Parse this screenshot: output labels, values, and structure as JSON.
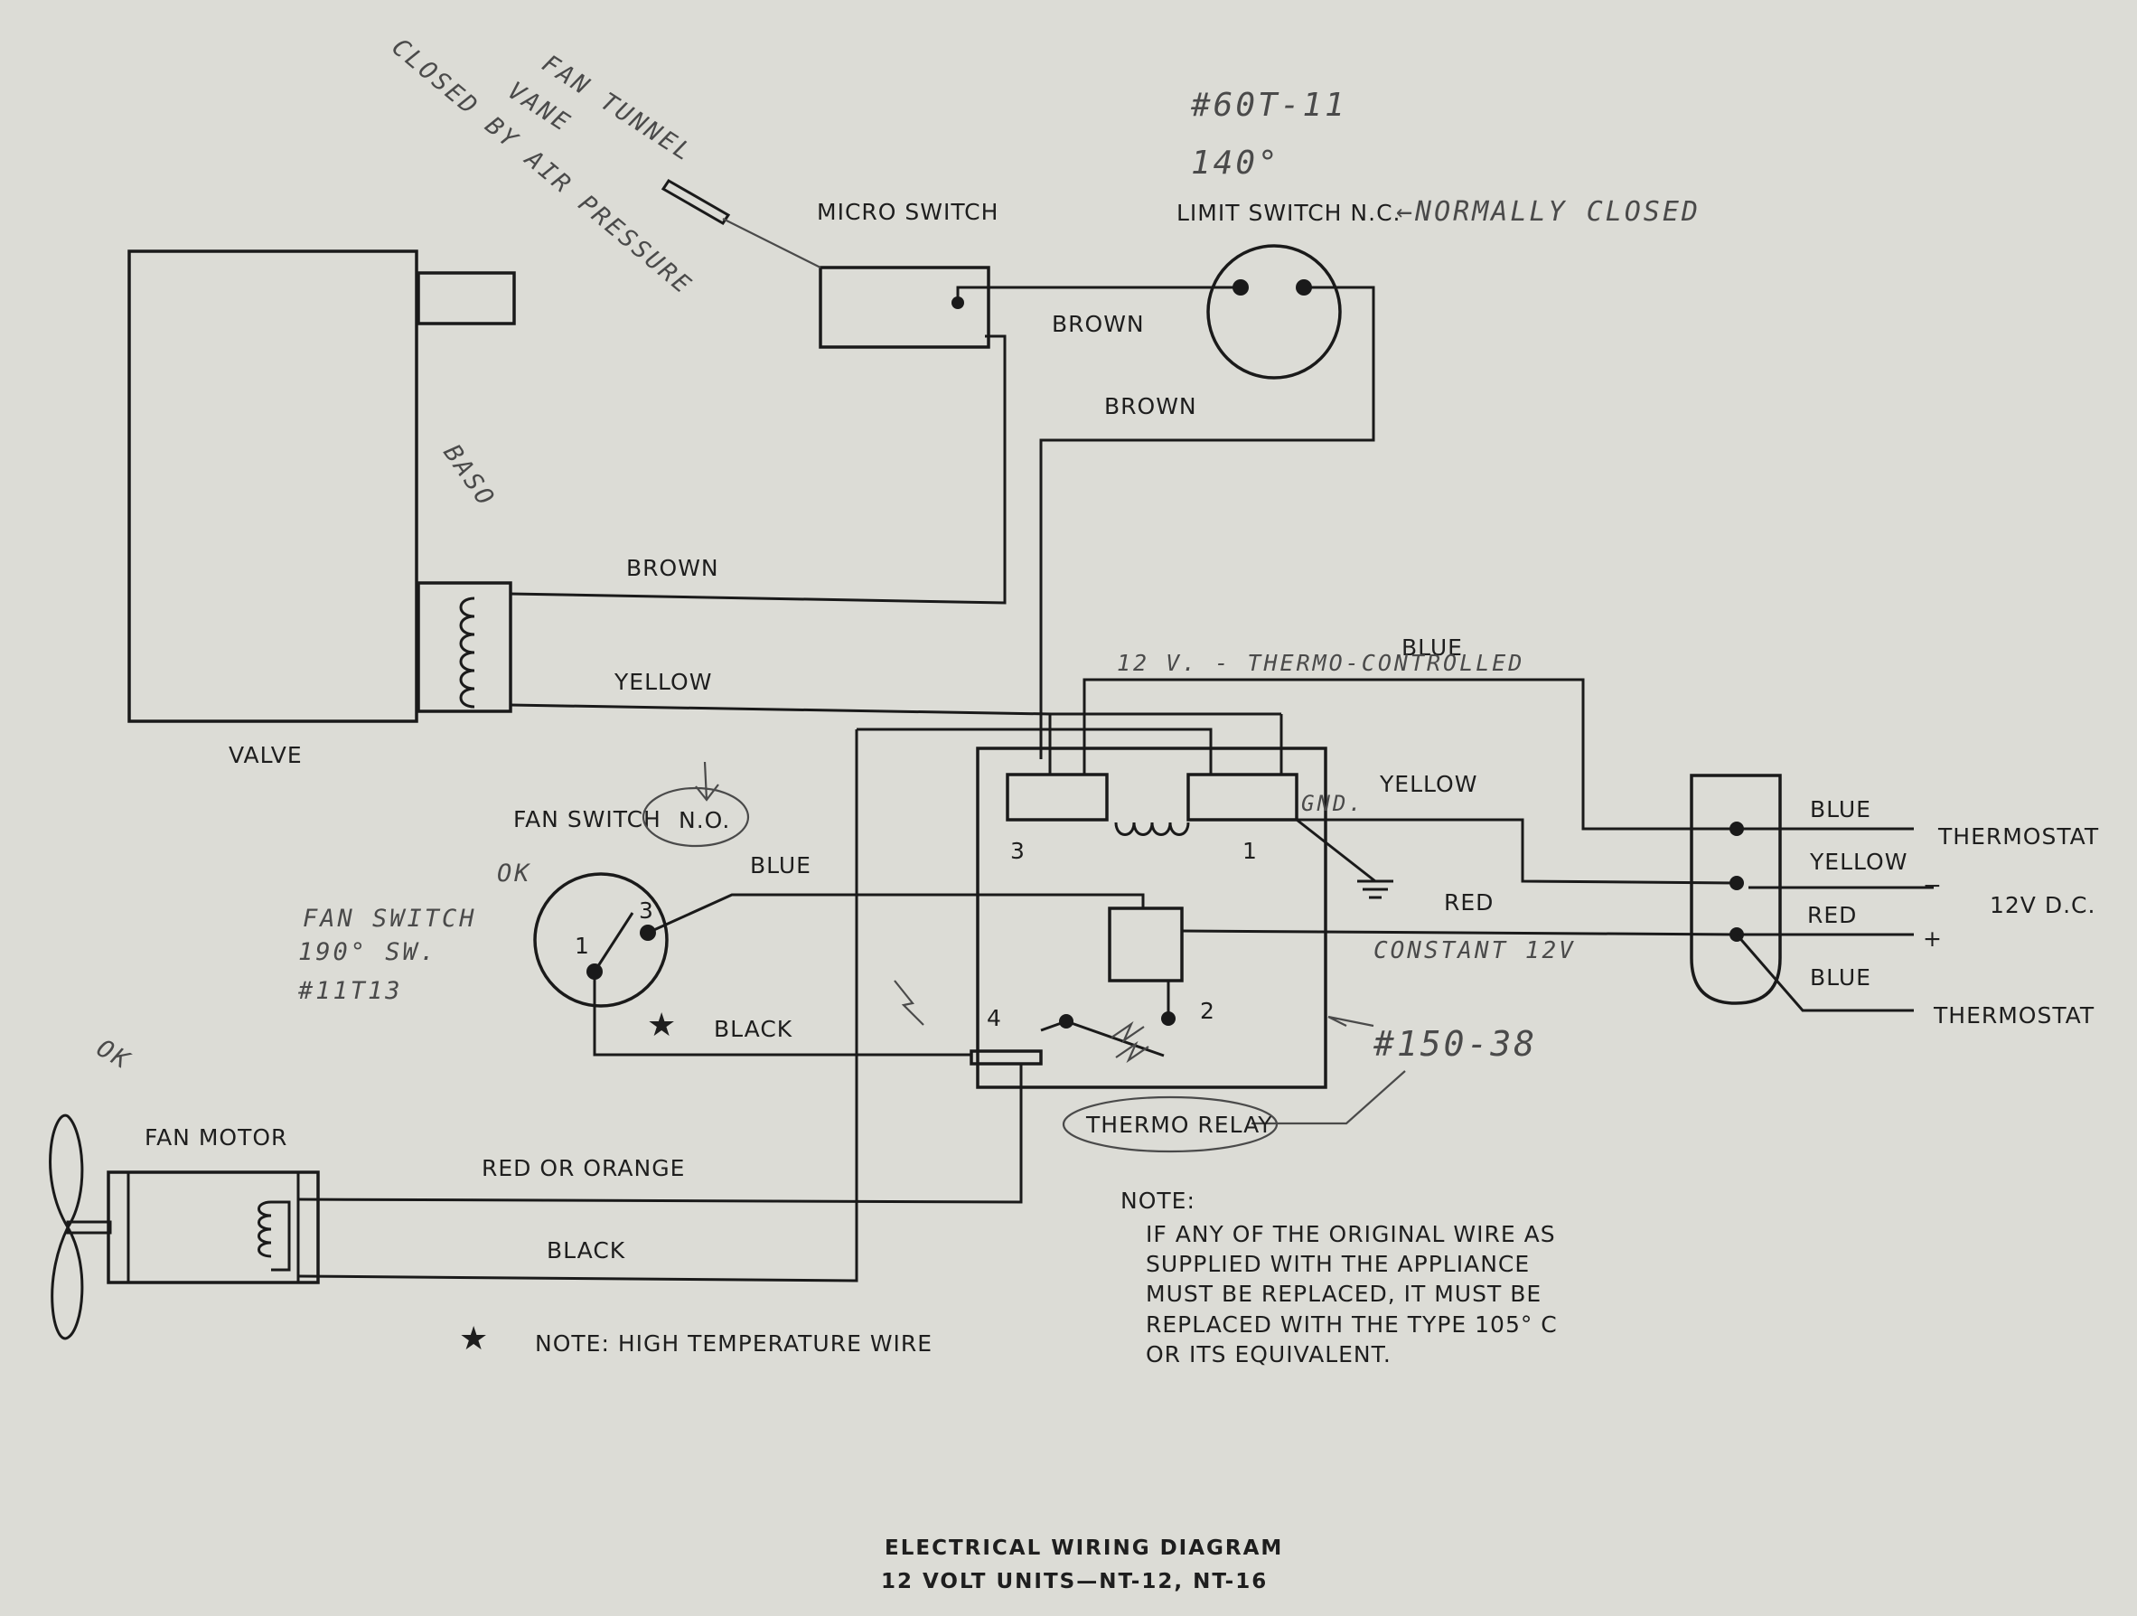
{
  "components": {
    "micro_switch": "MICRO SWITCH",
    "limit_switch": "LIMIT SWITCH N.C.",
    "valve": "VALVE",
    "fan_switch": "FAN SWITCH",
    "fan_switch_no": "N.O.",
    "fan_motor": "FAN MOTOR",
    "thermo_relay": "THERMO RELAY",
    "thermostat_top": "THERMOSTAT",
    "thermostat_bottom": "THERMOSTAT",
    "supply": "12V D.C.",
    "minus": "−",
    "plus": "+"
  },
  "wires": {
    "brown_1": "BROWN",
    "brown_2": "BROWN",
    "brown_3": "BROWN",
    "yellow_valve": "YELLOW",
    "yellow_relay": "YELLOW",
    "blue_relay": "BLUE",
    "blue_fan": "BLUE",
    "red": "RED",
    "black_fan": "BLACK",
    "red_or_orange": "RED OR ORANGE",
    "black_motor": "BLACK",
    "term_blue_1": "BLUE",
    "term_yellow": "YELLOW",
    "term_red": "RED",
    "term_blue_2": "BLUE"
  },
  "terminals": {
    "relay_3": "3",
    "relay_1": "1",
    "relay_2": "2",
    "relay_4": "4",
    "fan_sw_1": "1",
    "fan_sw_3": "3"
  },
  "handwritten": {
    "fan_tunnel": "FAN TUNNEL",
    "vane": "VANE",
    "closed_by_air": "CLOSED BY AIR PRESSURE",
    "part_limit": "#60T-11",
    "temp_limit": "140°",
    "normally_closed": "←NORMALLY CLOSED",
    "baso": "BASO",
    "thermo_controlled": "12 V. - THERMO-CONTROLLED",
    "gnd": "GND.",
    "constant": "CONSTANT 12V",
    "part_relay": "#150-38",
    "fan_switch_note1": "FAN SWITCH",
    "fan_switch_note2": "190° SW.",
    "fan_switch_note3": "#11T13",
    "ok_1": "OK",
    "ok_2": "OK"
  },
  "notes": {
    "high_temp": "NOTE:  HIGH TEMPERATURE WIRE",
    "note_head": "NOTE:",
    "note_lines": [
      "IF ANY OF THE ORIGINAL WIRE AS",
      "SUPPLIED WITH THE APPLIANCE",
      "MUST BE REPLACED, IT MUST BE",
      "REPLACED WITH THE TYPE 105° C",
      "OR ITS EQUIVALENT."
    ]
  },
  "title": {
    "line1": "ELECTRICAL WIRING DIAGRAM",
    "line2": "12 VOLT UNITS—NT-12, NT-16"
  },
  "icons": [
    "star-icon",
    "ground-icon",
    "fan-blade-icon",
    "coil-icon"
  ]
}
